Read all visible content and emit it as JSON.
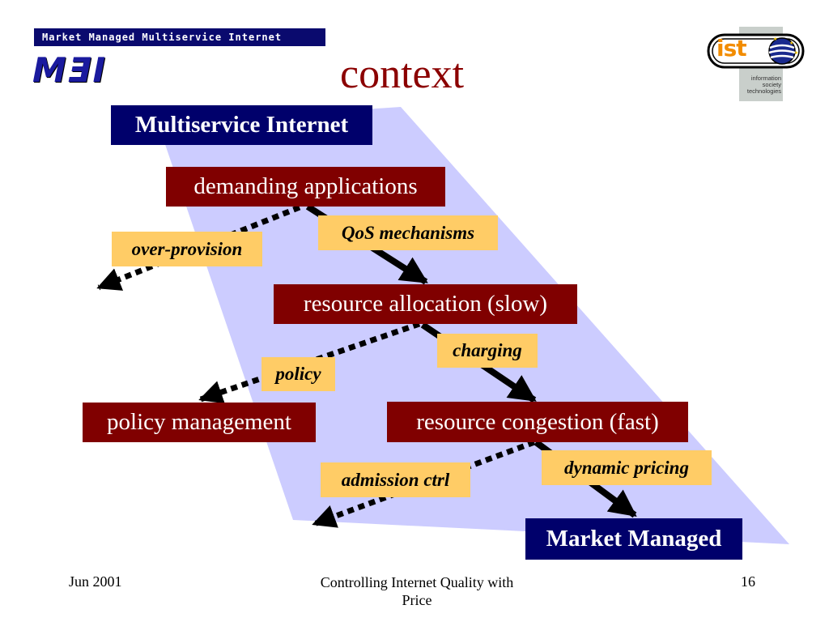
{
  "header": {
    "banner": "Market Managed Multiservice Internet",
    "logo": "MƎI",
    "title": "context"
  },
  "ist_logo": {
    "mark": "ist",
    "line1": "information",
    "line2": "society",
    "line3": "technologies"
  },
  "diagram": {
    "nodes": {
      "multiservice": "Multiservice Internet",
      "demanding": "demanding applications",
      "allocation": "resource allocation (slow)",
      "policy_mgmt": "policy management",
      "congestion": "resource congestion (fast)",
      "market": "Market Managed"
    },
    "labels": {
      "qos": "QoS mechanisms",
      "overprov": "over-provision",
      "charging": "charging",
      "policy": "policy",
      "dynamic": "dynamic pricing",
      "admission": "admission ctrl"
    },
    "colors": {
      "band": "#ccccff",
      "navy": "#00006b",
      "maroon": "#800000",
      "label_bg": "#ffcc66",
      "title": "#8b0000"
    }
  },
  "footer": {
    "date": "Jun 2001",
    "center_line1": "Controlling Internet Quality with",
    "center_line2": "Price",
    "page": "16"
  }
}
